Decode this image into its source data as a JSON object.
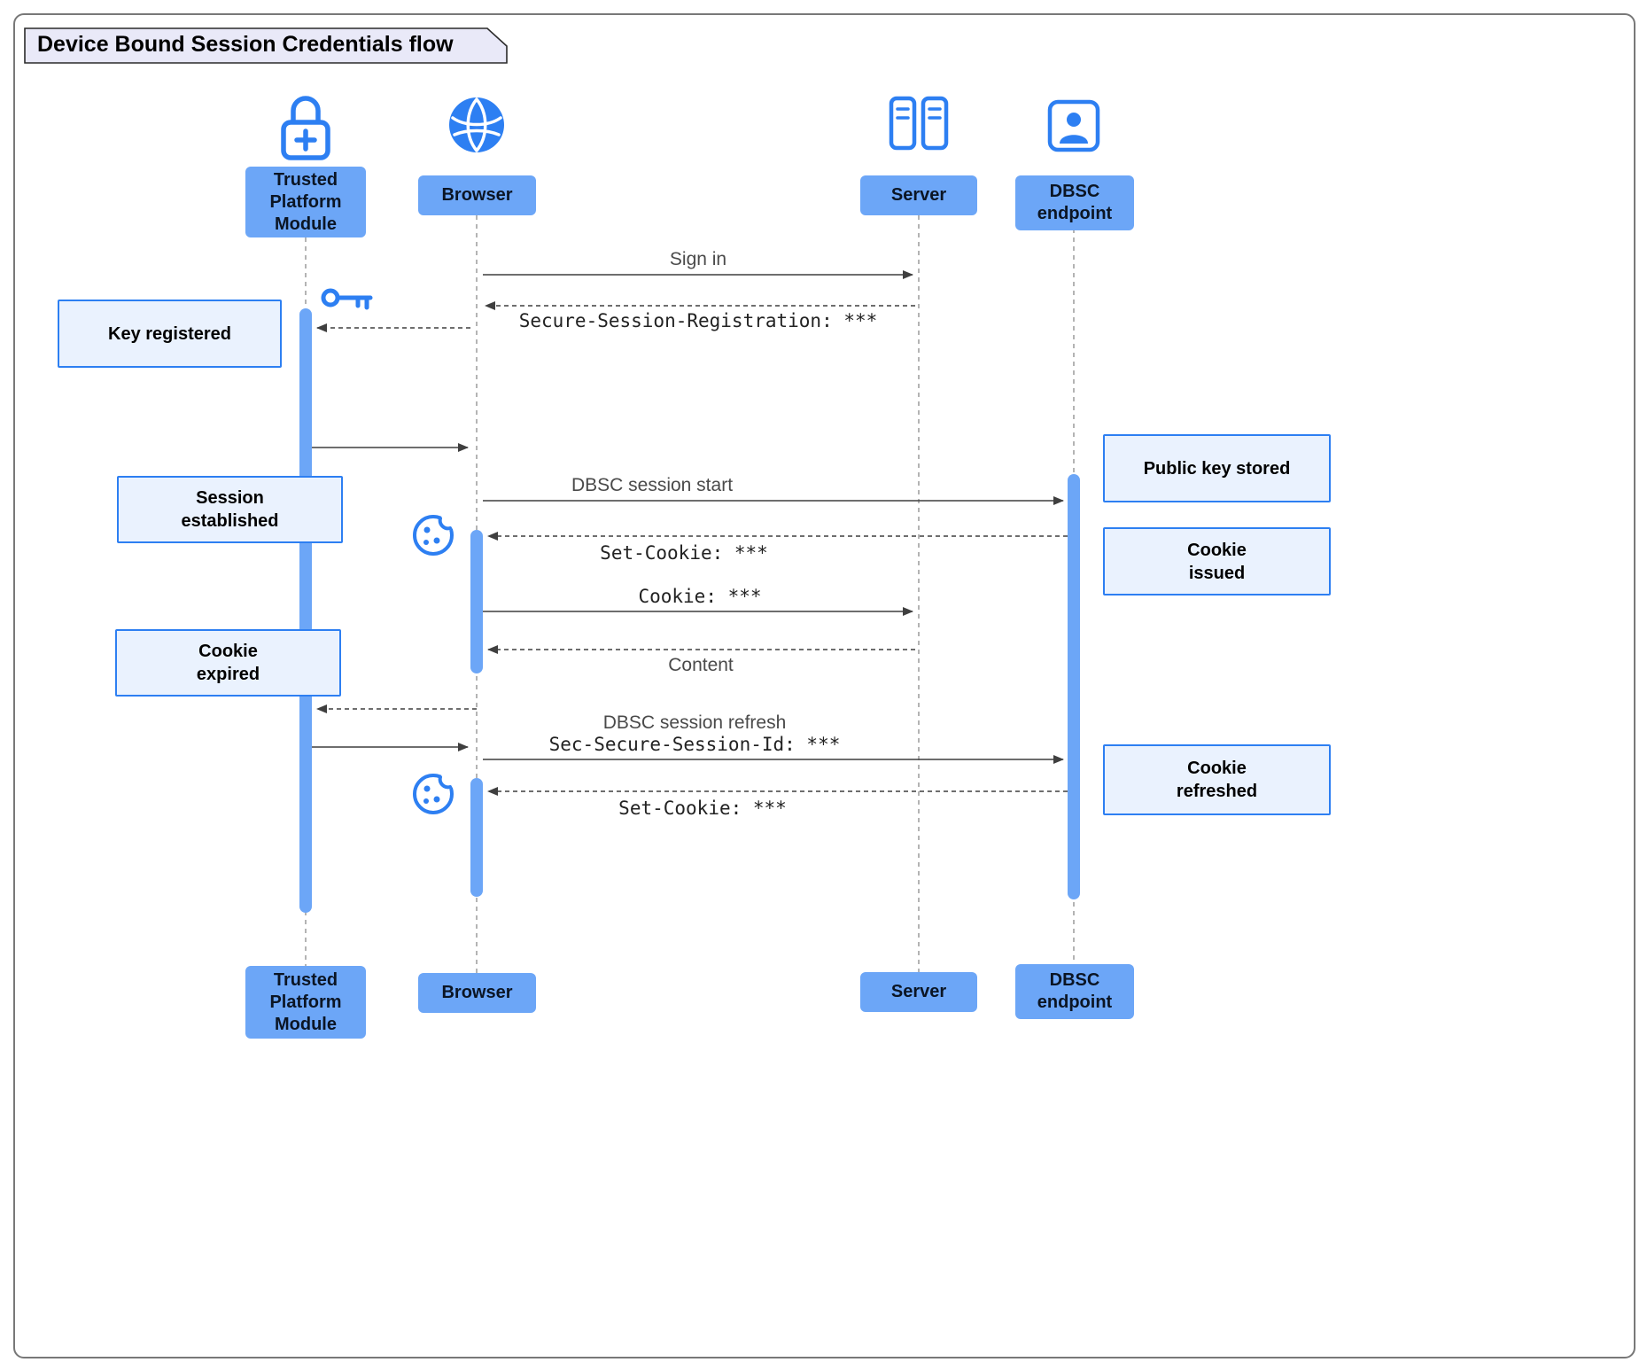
{
  "title": "Device Bound Session Credentials flow",
  "participants": {
    "tpm": "Trusted Platform Module",
    "browser": "Browser",
    "server": "Server",
    "dbsc": "DBSC endpoint"
  },
  "notes": {
    "key_registered": "Key registered",
    "session_established": "Session established",
    "cookie_expired": "Cookie expired",
    "public_key_stored": "Public key stored",
    "cookie_issued": "Cookie issued",
    "cookie_refreshed": "Cookie refreshed"
  },
  "messages": {
    "sign_in": "Sign in",
    "secure_session_registration": "Secure-Session-Registration: ***",
    "dbsc_session_start": "DBSC session start",
    "set_cookie_first": "Set-Cookie: ***",
    "cookie": "Cookie: ***",
    "content": "Content",
    "dbsc_session_refresh": "DBSC session refresh",
    "sec_secure_session_id": "Sec-Secure-Session-Id: ***",
    "set_cookie_second": "Set-Cookie: ***"
  },
  "colors": {
    "accent": "#2D7FF2",
    "participant_fill": "#6CA6F7",
    "activation_fill": "#6CA6F7",
    "note_fill": "#EAF2FE",
    "note_border": "#2D7FF2",
    "line": "#3f3f3f",
    "title_fill": "#E9E9F8"
  }
}
